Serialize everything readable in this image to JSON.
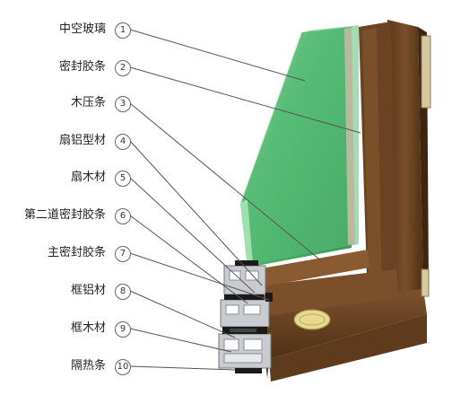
{
  "callouts": [
    {
      "label": "中空玻璃",
      "number": "1"
    },
    {
      "label": "密封胶条",
      "number": "2"
    },
    {
      "label": "木压条",
      "number": "3"
    },
    {
      "label": "扇铝型材",
      "number": "4"
    },
    {
      "label": "扇木材",
      "number": "5"
    },
    {
      "label": "第二道密封胶条",
      "number": "6"
    },
    {
      "label": "主密封胶条",
      "number": "7"
    },
    {
      "label": "框铝材",
      "number": "8"
    },
    {
      "label": "框木材",
      "number": "9"
    },
    {
      "label": "隔热条",
      "number": "10"
    }
  ],
  "colors": {
    "glass": "#3aa65c",
    "wood": "#6b4423",
    "aluminum": "#c8cbcf",
    "seal": "#1a1a1a",
    "leader_line": "#555555"
  }
}
